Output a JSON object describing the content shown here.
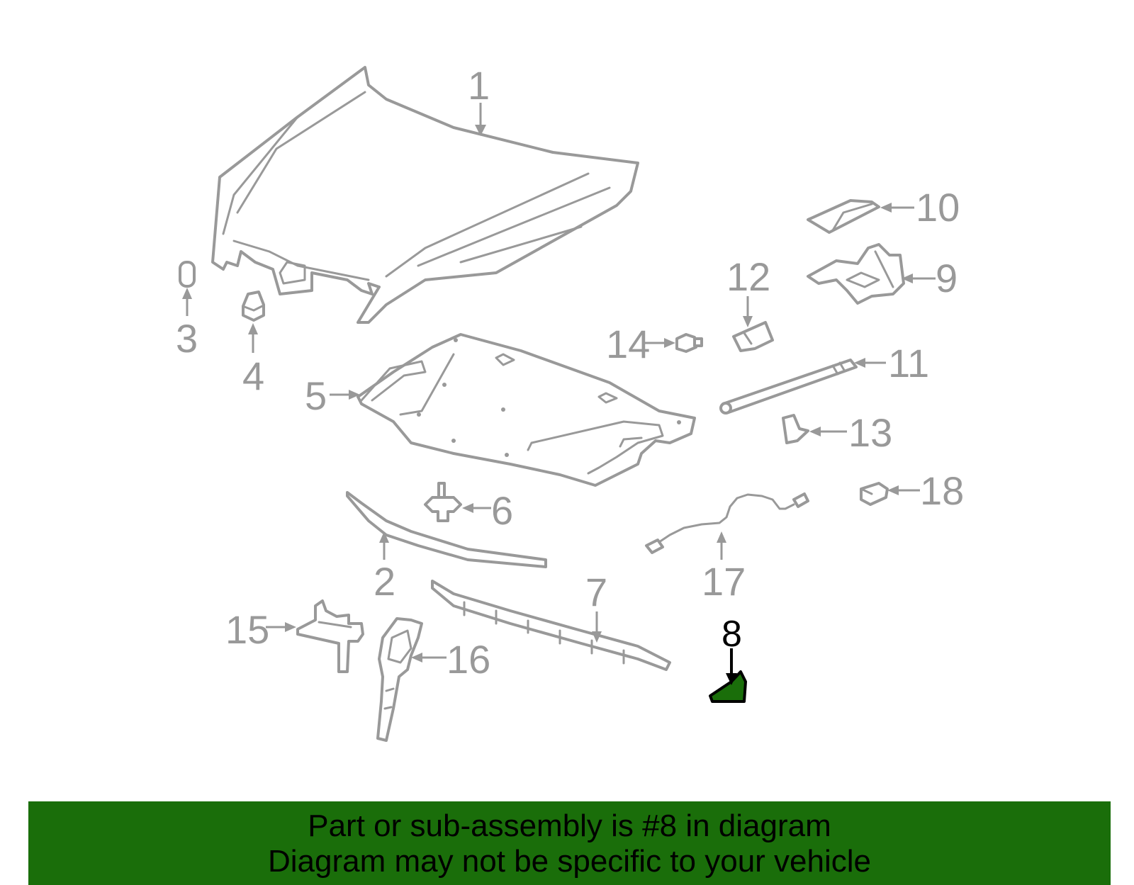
{
  "callouts": {
    "c1": "1",
    "c2": "2",
    "c3": "3",
    "c4": "4",
    "c5": "5",
    "c6": "6",
    "c7": "7",
    "c8": "8",
    "c9": "9",
    "c10": "10",
    "c11": "11",
    "c12": "12",
    "c13": "13",
    "c14": "14",
    "c15": "15",
    "c16": "16",
    "c17": "17",
    "c18": "18"
  },
  "highlighted_part": "8",
  "colors": {
    "highlight": "#1a6e0a",
    "part_stroke": "#999999",
    "callout_text": "#999999",
    "banner_bg": "#1a6e0a"
  },
  "banner": {
    "line1": "Part or sub-assembly is #8 in diagram",
    "line2": "Diagram may not be specific to your vehicle"
  }
}
